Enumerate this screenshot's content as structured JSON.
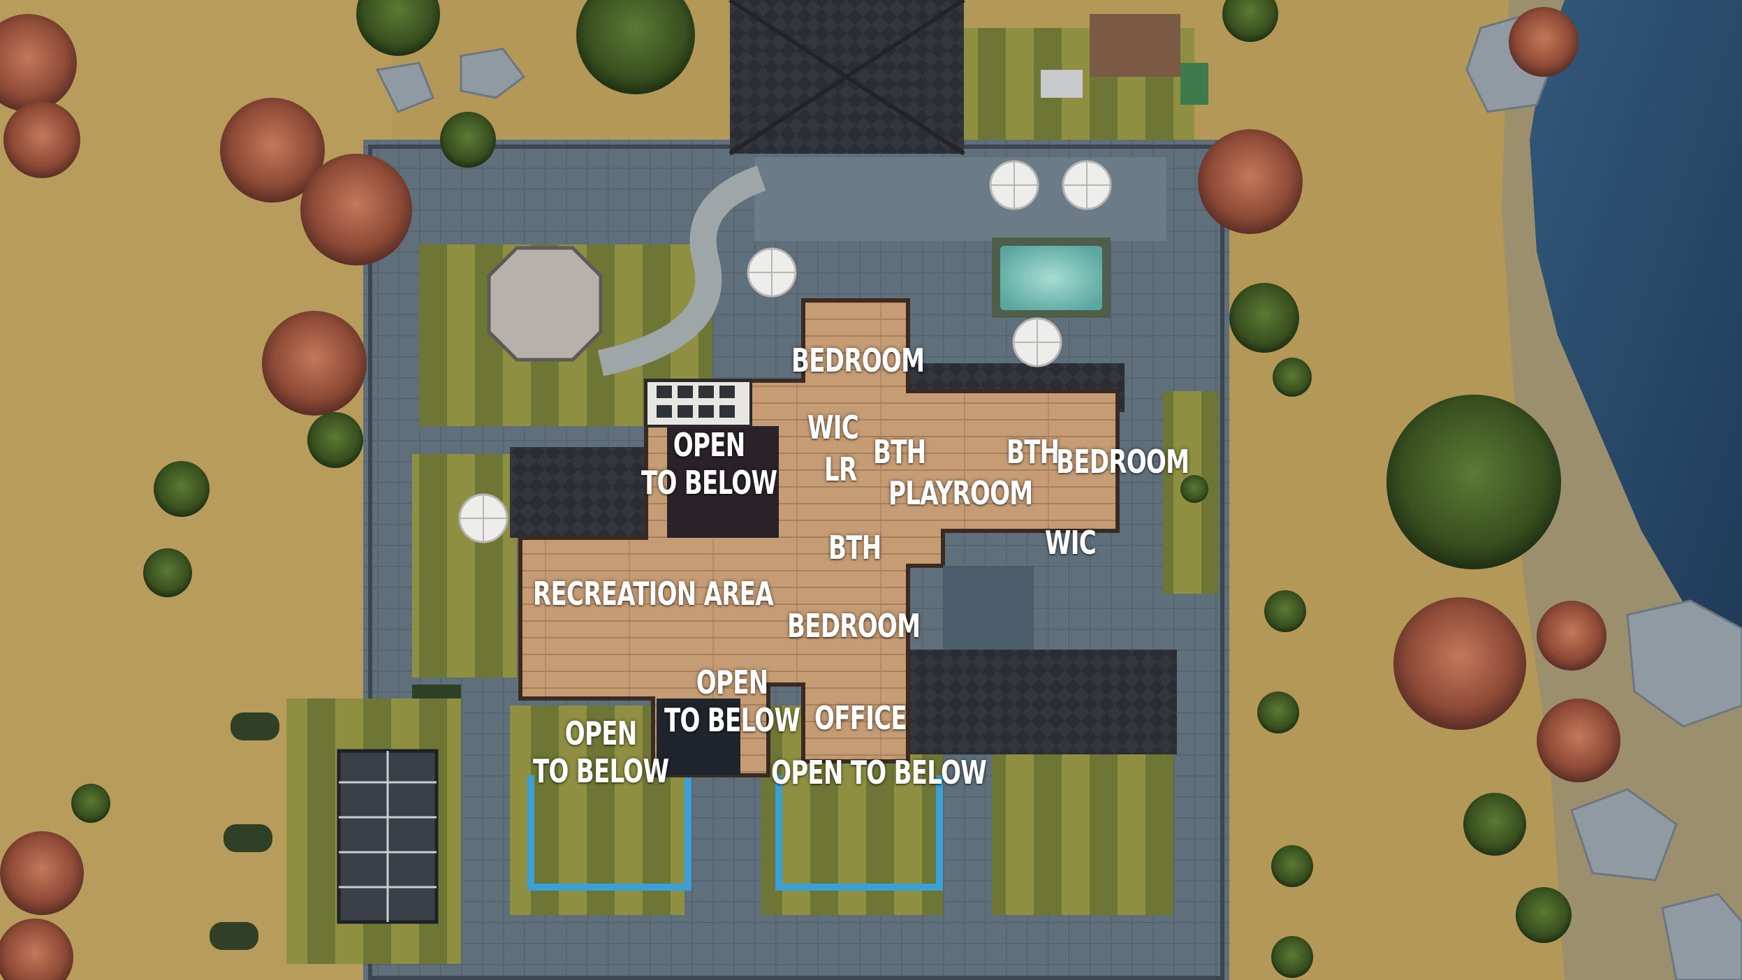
{
  "map": {
    "view": "top-down floor plan of a house and garden",
    "labels": {
      "bedroom_top": "BEDROOM",
      "wic_top": "WIC",
      "lr": "LR",
      "bth_top": "BTH",
      "bth_right": "BTH",
      "bedroom_right": "BEDROOM",
      "playroom": "PLAYROOM",
      "open_upper_line1": "OPEN",
      "open_upper_line2": "TO BELOW",
      "bth_middle": "BTH",
      "wic_right": "WIC",
      "recreation_area": "RECREATION AREA",
      "bedroom_middle": "BEDROOM",
      "open_center_line1": "OPEN",
      "open_center_line2": "TO BELOW",
      "office": "OFFICE",
      "open_lower_left_line1": "OPEN",
      "open_lower_left_line2": "TO BELOW",
      "open_to_below_bottom": "OPEN TO BELOW"
    },
    "colors": {
      "grass": "#b69a5e",
      "lawn_light": "#9c9a4a",
      "lawn_dark": "#6f7a36",
      "wood_floor": "#c49a72",
      "roof": "#2a2c33",
      "paving": "#5e6e7a",
      "water": "#2e4f6e",
      "pool": "#7fc8c0",
      "tree_red": "#a85a40",
      "tree_green": "#3f5a28",
      "label_text": "#ffffff"
    }
  }
}
